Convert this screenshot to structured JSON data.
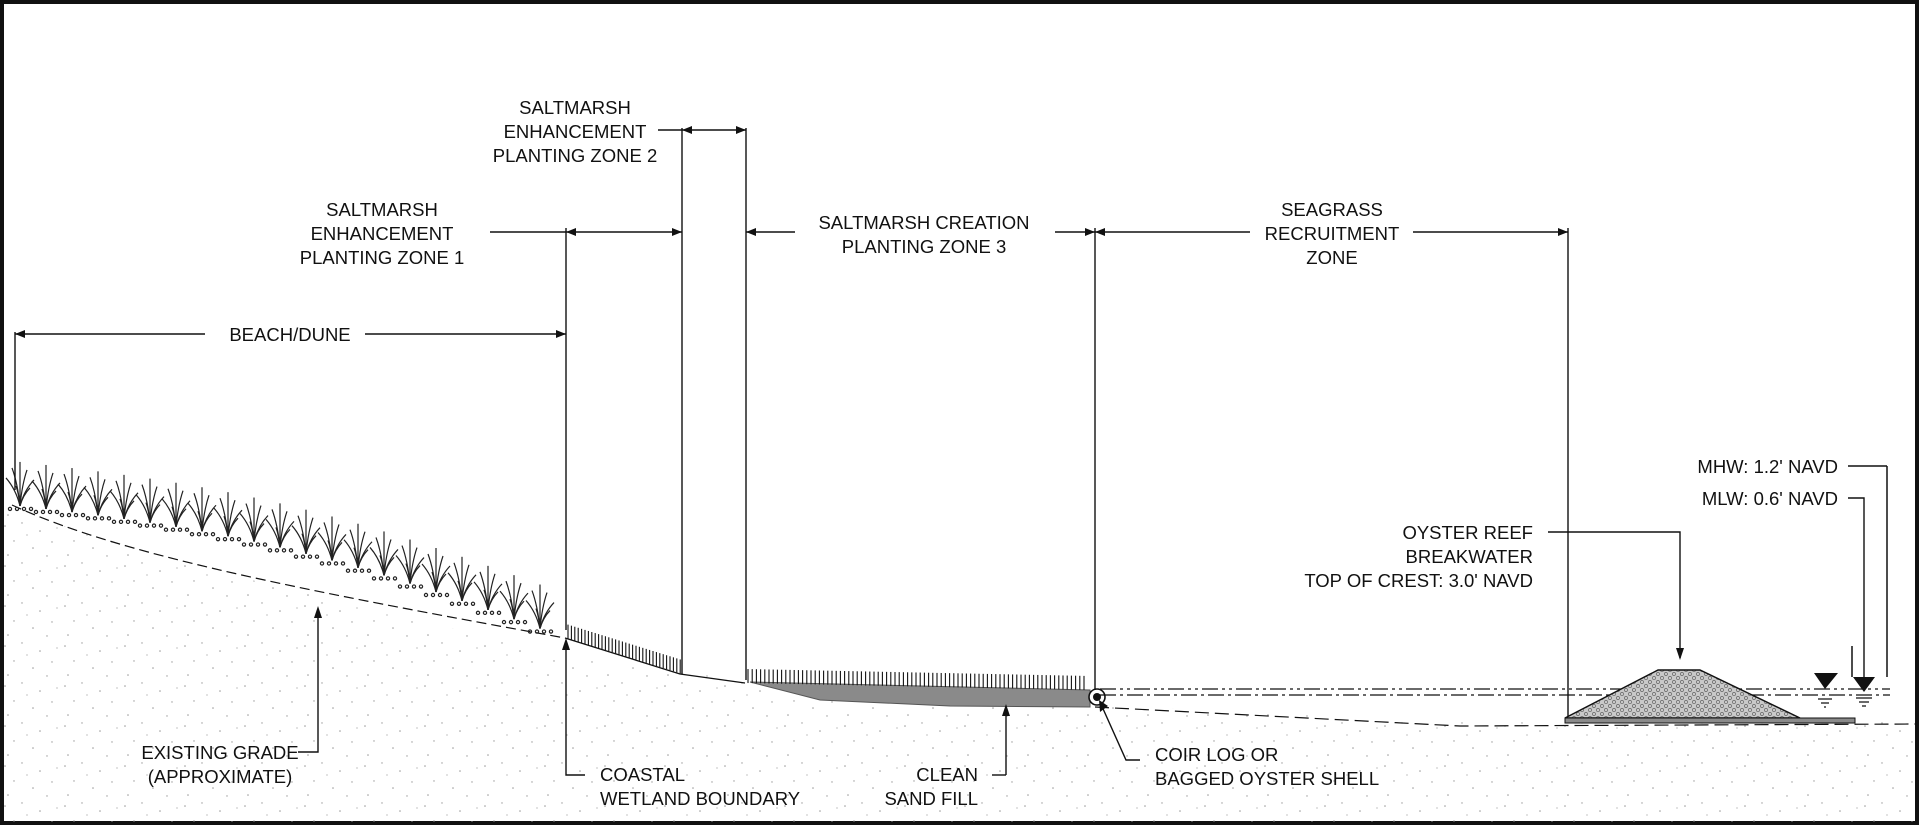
{
  "zones": {
    "beach": "BEACH/DUNE",
    "zone1": [
      "SALTMARSH",
      "ENHANCEMENT",
      "PLANTING ZONE 1"
    ],
    "zone2": [
      "SALTMARSH",
      "ENHANCEMENT",
      "PLANTING ZONE 2"
    ],
    "zone3": [
      "SALTMARSH CREATION",
      "PLANTING ZONE 3"
    ],
    "seagrass": [
      "SEAGRASS",
      "RECRUITMENT",
      "ZONE"
    ]
  },
  "callouts": {
    "oyster": [
      "OYSTER REEF",
      "BREAKWATER",
      "TOP OF CREST: 3.0' NAVD"
    ],
    "mhw": "MHW: 1.2' NAVD",
    "mlw": "MLW: 0.6' NAVD",
    "grade": [
      "EXISTING GRADE",
      "(APPROXIMATE)"
    ],
    "wetland": [
      "COASTAL",
      "WETLAND BOUNDARY"
    ],
    "sand": [
      "CLEAN",
      "SAND FILL"
    ],
    "coir": [
      "COIR LOG OR",
      "BAGGED OYSTER SHELL"
    ]
  },
  "colors": {
    "line": "#111111",
    "fill": "#8a8a8a",
    "stipple": "#9a9a9a",
    "rock": "#b5b5b5"
  }
}
